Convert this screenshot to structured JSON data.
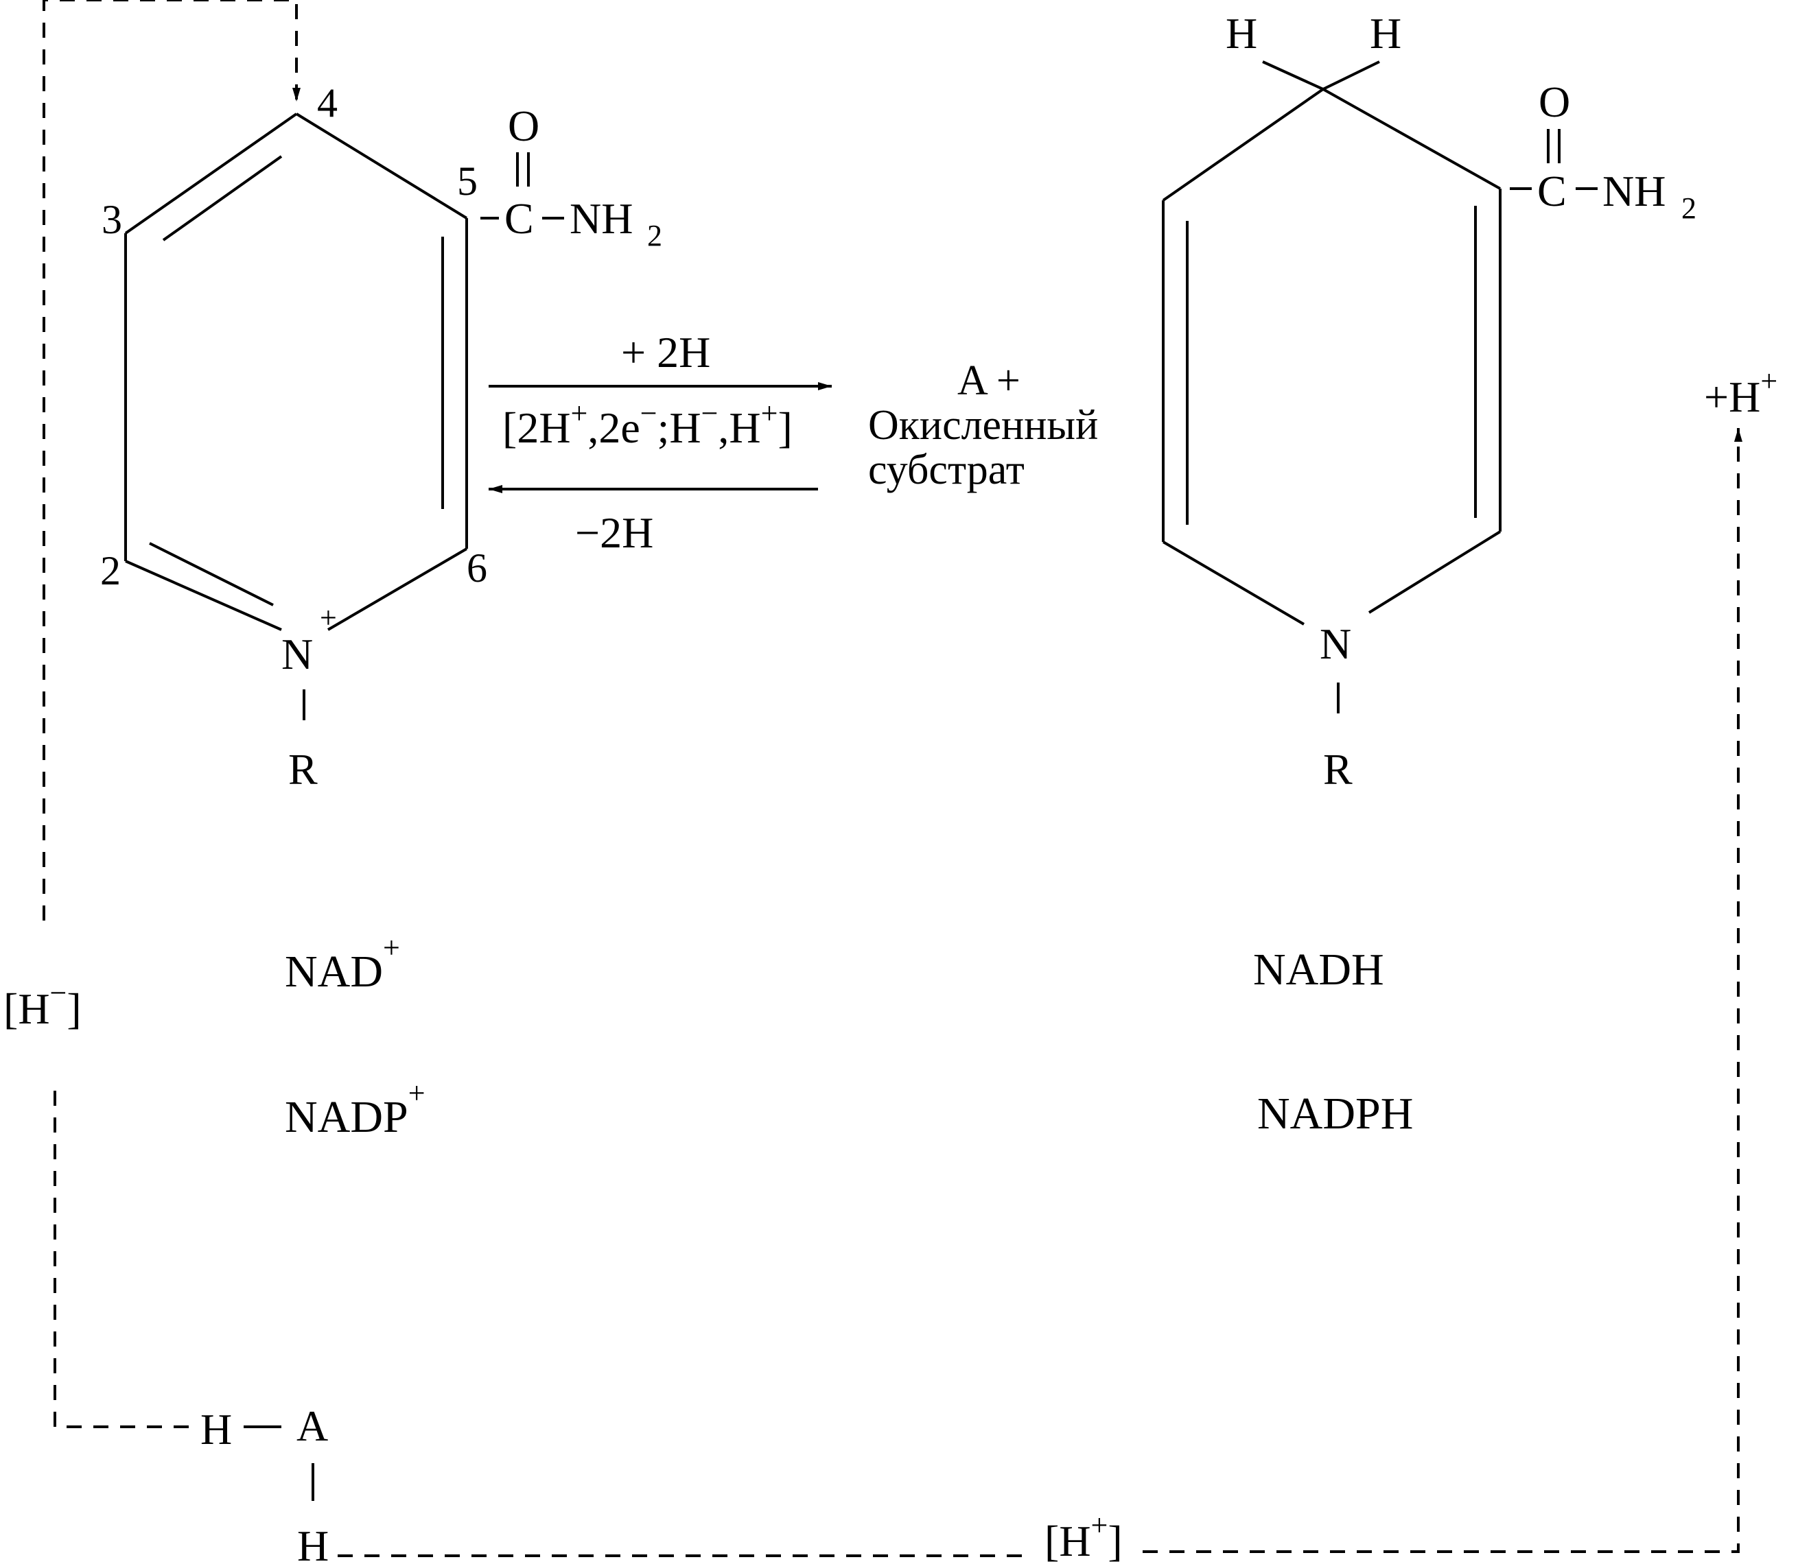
{
  "left_molecule": {
    "ring_numbers": [
      "4",
      "3",
      "5",
      "2",
      "6"
    ],
    "nitrogen": "N",
    "nitrogen_charge": "+",
    "substituent": "R",
    "carbonyl_oxygen": "O",
    "carbon": "C",
    "amide": "NH",
    "amide_subscript": "2"
  },
  "right_molecule": {
    "hydrogen_left": "H",
    "hydrogen_right": "H",
    "nitrogen": "N",
    "substituent": "R",
    "carbonyl_oxygen": "O",
    "carbon": "C",
    "amide": "NH",
    "amide_subscript": "2"
  },
  "reaction": {
    "forward_label": "+ 2H",
    "reverse_label": "−2H",
    "detail": {
      "p1": "[2H",
      "p1_sup": "+",
      "p2": ",2e",
      "p2_sup": "−",
      "p3": ";H",
      "p3_sup": "−",
      "p4": ",H",
      "p4_sup": "+",
      "p5": "]"
    },
    "product_note": [
      "A +",
      "Окисленный",
      "субстрат"
    ]
  },
  "names": {
    "nad": "NAD",
    "nad_sup": "+",
    "nadp": "NADP",
    "nadp_sup": "+",
    "nadh": "NADH",
    "nadph": "NADPH"
  },
  "hydride_label": {
    "open": "[H",
    "sup": "−",
    "close": "]"
  },
  "proton_label": {
    "open": "[H",
    "sup": "+",
    "close": "]"
  },
  "proton_release": {
    "text": "+H",
    "sup": "+"
  },
  "donor": {
    "h_left": "H",
    "a": "A",
    "h_bottom": "H"
  }
}
